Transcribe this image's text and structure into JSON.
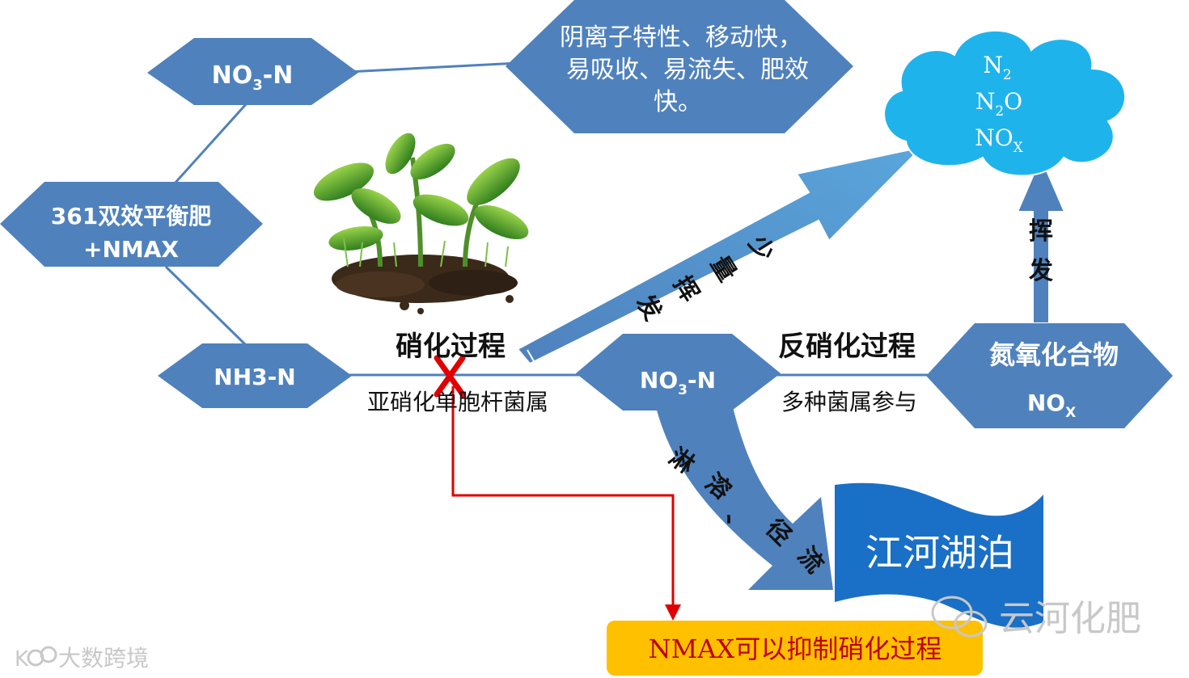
{
  "nodes": {
    "no3_top": {
      "main": "NO",
      "sub": "3",
      "tail": "-N"
    },
    "properties": {
      "line1": "阴离子特性、移动快，",
      "line2": "易吸收、易流失、肥效",
      "line3": "快。"
    },
    "fertilizer": {
      "line1": "361双效平衡肥",
      "line2": "+NMAX"
    },
    "nh3": {
      "label": "NH3-N"
    },
    "no3_mid": {
      "main": "NO",
      "sub": "3",
      "tail": "-N"
    },
    "nitrogen_oxide": {
      "title": "氮氧化合物",
      "main": "NO",
      "sub": "X"
    },
    "river": {
      "label": "江河湖泊"
    }
  },
  "cloud": {
    "n2": {
      "main": "N",
      "sub": "2"
    },
    "n2o": {
      "main": "N",
      "sub": "2",
      "tail": "O"
    },
    "nox": {
      "main": "NO",
      "sub": "X"
    }
  },
  "labels": {
    "nitrification": "硝化过程",
    "nitrification_bacteria": "亚硝化单胞杆菌属",
    "denitrification": "反硝化过程",
    "denitrification_bacteria": "多种菌属参与",
    "small_volatilize": [
      "少",
      "量",
      "挥",
      "发"
    ],
    "volatilize": [
      "挥",
      "发"
    ],
    "leaching": [
      "淋",
      "溶",
      "、",
      "径",
      "流"
    ]
  },
  "note": "NMAX可以抑制硝化过程",
  "watermarks": {
    "brand": "云河化肥",
    "source": "大数跨境",
    "source_logo": "K"
  },
  "colors": {
    "hexagon": "#4f81bd",
    "cloud": "#1fb3ec",
    "river": "#1a70c6",
    "note_bg": "#ffc000",
    "note_text": "#c00000",
    "red_line": "#e00000"
  }
}
